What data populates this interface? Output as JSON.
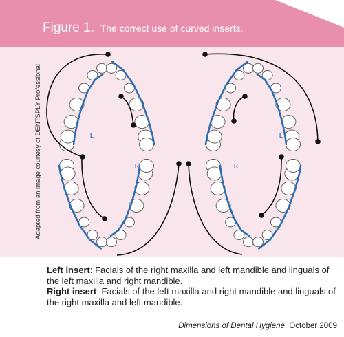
{
  "header": {
    "figure_label": "Figure 1.",
    "caption": "The correct use of curved inserts."
  },
  "credit": "Adapted from an image courtesy of DENTSPLY Professional",
  "arch_labels": {
    "left_upper": "L",
    "left_lower": "R",
    "right_upper": "L",
    "right_lower": "R"
  },
  "legend": {
    "left_title": "Left insert",
    "left_text": ": Facials of the right maxilla and left mandible and linguals of the left maxilla and right mandible.",
    "right_title": "Right insert",
    "right_text": ": Facials of the left maxilla and right mandible and linguals of the right maxilla and left mandible."
  },
  "source": {
    "journal": "Dimensions of Dental Hygiene",
    "date": ", October 2009"
  },
  "colors": {
    "header": "#e88fae",
    "panel": "#f8e6ec",
    "highlight": "#2f6fb0"
  }
}
